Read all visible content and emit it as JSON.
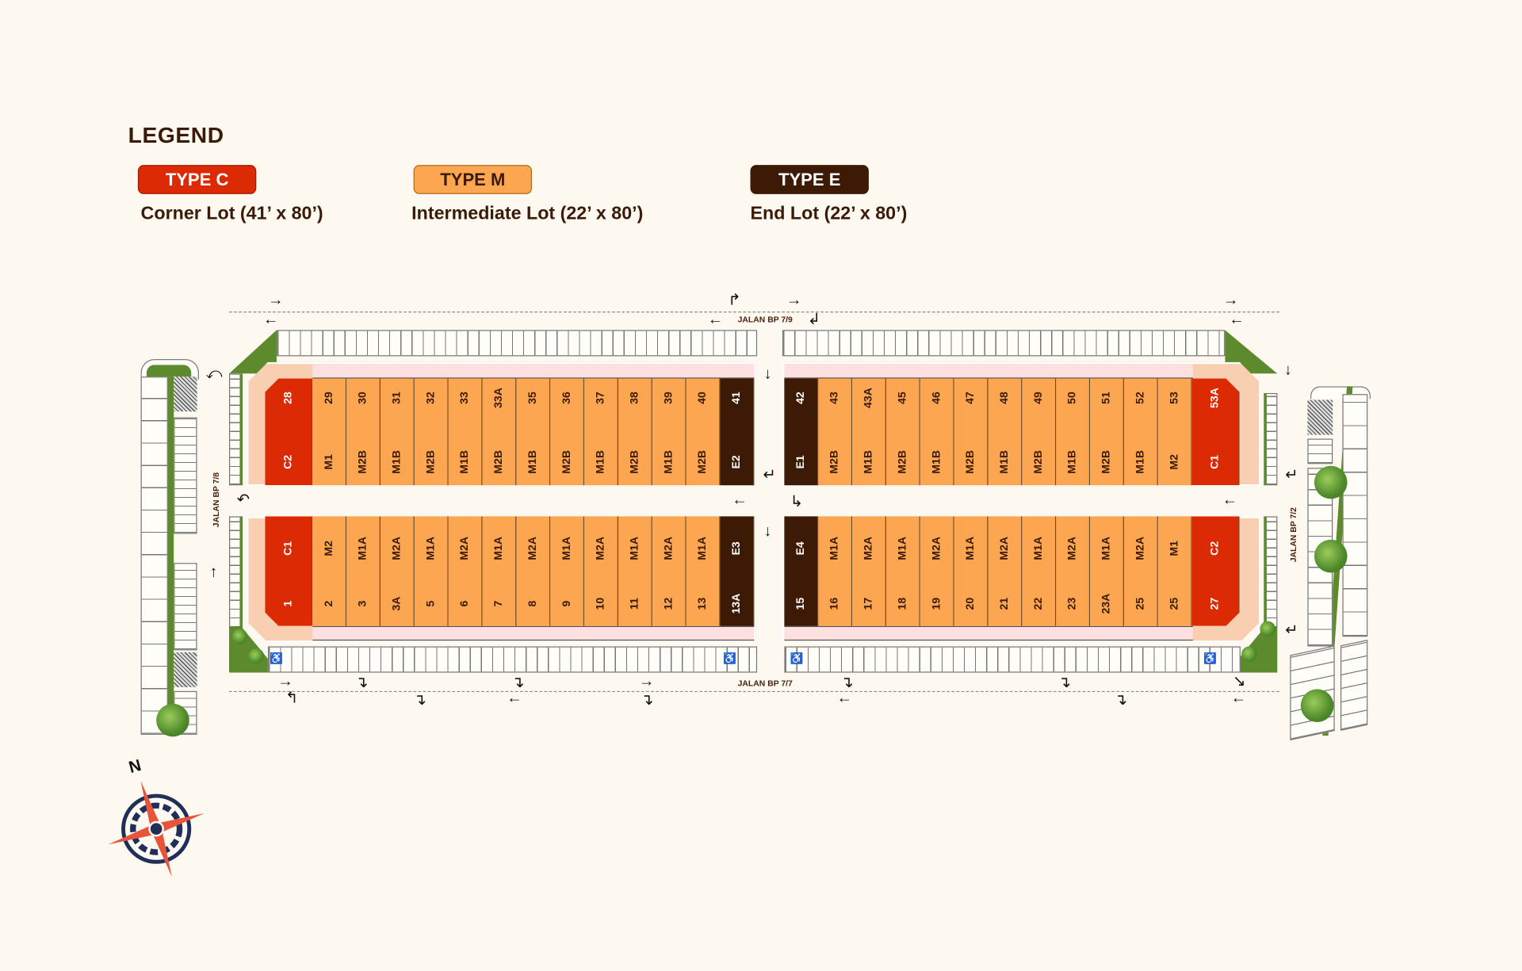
{
  "legend": {
    "title": "LEGEND",
    "items": [
      {
        "badge": "TYPE C",
        "description": "Corner Lot (41’ x 80’)",
        "color": "#dc2a05",
        "text_color": "#ffffff"
      },
      {
        "badge": "TYPE M",
        "description": "Intermediate Lot (22’ x 80’)",
        "color": "#fca652",
        "text_color": "#3a1a08"
      },
      {
        "badge": "TYPE E",
        "description": "End Lot (22’ x 80’)",
        "color": "#3d1a05",
        "text_color": "#ffffff"
      }
    ]
  },
  "roads": {
    "north": "JALAN BP 7/9",
    "south": "JALAN BP 7/7",
    "west": "JALAN BP 7/8",
    "east": "JALAN BP 7/2"
  },
  "compass": {
    "north_label": "N"
  },
  "colors": {
    "C": "#dc2a05",
    "M": "#fca652",
    "E": "#3d1a05"
  },
  "blocks": {
    "top_left": [
      {
        "num": "28",
        "type": "C2",
        "kind": "C"
      },
      {
        "num": "29",
        "type": "M1",
        "kind": "M"
      },
      {
        "num": "30",
        "type": "M2B",
        "kind": "M"
      },
      {
        "num": "31",
        "type": "M1B",
        "kind": "M"
      },
      {
        "num": "32",
        "type": "M2B",
        "kind": "M"
      },
      {
        "num": "33",
        "type": "M1B",
        "kind": "M"
      },
      {
        "num": "33A",
        "type": "M2B",
        "kind": "M"
      },
      {
        "num": "35",
        "type": "M1B",
        "kind": "M"
      },
      {
        "num": "36",
        "type": "M2B",
        "kind": "M"
      },
      {
        "num": "37",
        "type": "M1B",
        "kind": "M"
      },
      {
        "num": "38",
        "type": "M2B",
        "kind": "M"
      },
      {
        "num": "39",
        "type": "M1B",
        "kind": "M"
      },
      {
        "num": "40",
        "type": "M2B",
        "kind": "M"
      },
      {
        "num": "41",
        "type": "E2",
        "kind": "E"
      }
    ],
    "top_right": [
      {
        "num": "42",
        "type": "E1",
        "kind": "E"
      },
      {
        "num": "43",
        "type": "M2B",
        "kind": "M"
      },
      {
        "num": "43A",
        "type": "M1B",
        "kind": "M"
      },
      {
        "num": "45",
        "type": "M2B",
        "kind": "M"
      },
      {
        "num": "46",
        "type": "M1B",
        "kind": "M"
      },
      {
        "num": "47",
        "type": "M2B",
        "kind": "M"
      },
      {
        "num": "48",
        "type": "M1B",
        "kind": "M"
      },
      {
        "num": "49",
        "type": "M2B",
        "kind": "M"
      },
      {
        "num": "50",
        "type": "M1B",
        "kind": "M"
      },
      {
        "num": "51",
        "type": "M2B",
        "kind": "M"
      },
      {
        "num": "52",
        "type": "M1B",
        "kind": "M"
      },
      {
        "num": "53",
        "type": "M2",
        "kind": "M"
      },
      {
        "num": "53A",
        "type": "C1",
        "kind": "C"
      }
    ],
    "bottom_left": [
      {
        "num": "1",
        "type": "C1",
        "kind": "C"
      },
      {
        "num": "2",
        "type": "M2",
        "kind": "M"
      },
      {
        "num": "3",
        "type": "M1A",
        "kind": "M"
      },
      {
        "num": "3A",
        "type": "M2A",
        "kind": "M"
      },
      {
        "num": "5",
        "type": "M1A",
        "kind": "M"
      },
      {
        "num": "6",
        "type": "M2A",
        "kind": "M"
      },
      {
        "num": "7",
        "type": "M1A",
        "kind": "M"
      },
      {
        "num": "8",
        "type": "M2A",
        "kind": "M"
      },
      {
        "num": "9",
        "type": "M1A",
        "kind": "M"
      },
      {
        "num": "10",
        "type": "M2A",
        "kind": "M"
      },
      {
        "num": "11",
        "type": "M1A",
        "kind": "M"
      },
      {
        "num": "12",
        "type": "M2A",
        "kind": "M"
      },
      {
        "num": "13",
        "type": "M1A",
        "kind": "M"
      },
      {
        "num": "13A",
        "type": "E3",
        "kind": "E"
      }
    ],
    "bottom_right": [
      {
        "num": "15",
        "type": "E4",
        "kind": "E"
      },
      {
        "num": "16",
        "type": "M1A",
        "kind": "M"
      },
      {
        "num": "17",
        "type": "M2A",
        "kind": "M"
      },
      {
        "num": "18",
        "type": "M1A",
        "kind": "M"
      },
      {
        "num": "19",
        "type": "M2A",
        "kind": "M"
      },
      {
        "num": "20",
        "type": "M1A",
        "kind": "M"
      },
      {
        "num": "21",
        "type": "M2A",
        "kind": "M"
      },
      {
        "num": "22",
        "type": "M1A",
        "kind": "M"
      },
      {
        "num": "23",
        "type": "M2A",
        "kind": "M"
      },
      {
        "num": "23A",
        "type": "M1A",
        "kind": "M"
      },
      {
        "num": "25",
        "type": "M2A",
        "kind": "M"
      },
      {
        "num": "25",
        "type": "M1",
        "kind": "M"
      },
      {
        "num": "27",
        "type": "C2",
        "kind": "C"
      }
    ]
  }
}
